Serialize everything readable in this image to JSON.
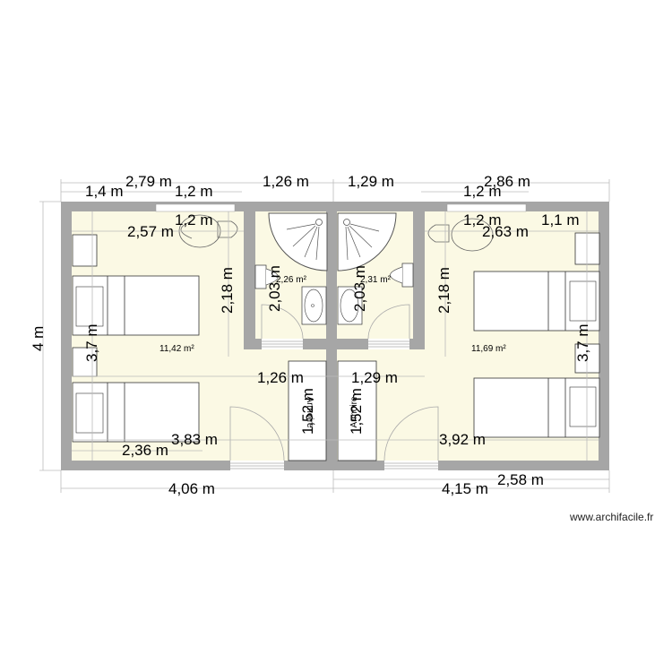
{
  "plan": {
    "colors": {
      "wall": "#a6a6a6",
      "floor": "#fbf9e4",
      "furniture": "#ffffff",
      "line": "#333333",
      "dimension_line": "#bbbbbb"
    },
    "rooms": [
      {
        "name": "bedroom-left",
        "area": "11,42 m²"
      },
      {
        "name": "bathroom-left",
        "area": "2,26 m²"
      },
      {
        "name": "bathroom-right",
        "area": "2,31 m²"
      },
      {
        "name": "bedroom-right",
        "area": "11,69 m²"
      }
    ],
    "dimensions": {
      "top_left_total": "2,79 m",
      "top_left_a": "1,4 m",
      "top_left_window": "1,2 m",
      "top_bath_left": "1,26 m",
      "top_bath_right": "1,29 m",
      "top_right_total": "2,86 m",
      "top_right_window": "1,2 m",
      "inner_left_window": "1,2 m",
      "inner_left_width": "2,57 m",
      "inner_right_window": "1,2 m",
      "inner_right_width": "2,63 m",
      "inner_right_b": "1,1 m",
      "left_wall_height": "2,18 m",
      "bath_left_height": "2,03 m",
      "bath_right_height": "2,03 m",
      "right_wall_height": "2,18 m",
      "left_bed_height": "3,7 m",
      "right_bed_height": "3,7 m",
      "overall_height": "4 m",
      "corridor_left_width": "1,26 m",
      "corridor_right_width": "1,29 m",
      "closet_left_height": "1,52 m",
      "closet_right_height": "1,52 m",
      "left_room_inner_width": "3,83 m",
      "left_bed_width": "2,36 m",
      "right_room_inner_width": "3,92 m",
      "bottom_left_total": "4,06 m",
      "bottom_right_total": "4,15 m",
      "bottom_right_b": "2,58 m"
    },
    "closet_labels": [
      "Armoire",
      "Armoire"
    ]
  },
  "watermark": "www.archifacile.fr"
}
